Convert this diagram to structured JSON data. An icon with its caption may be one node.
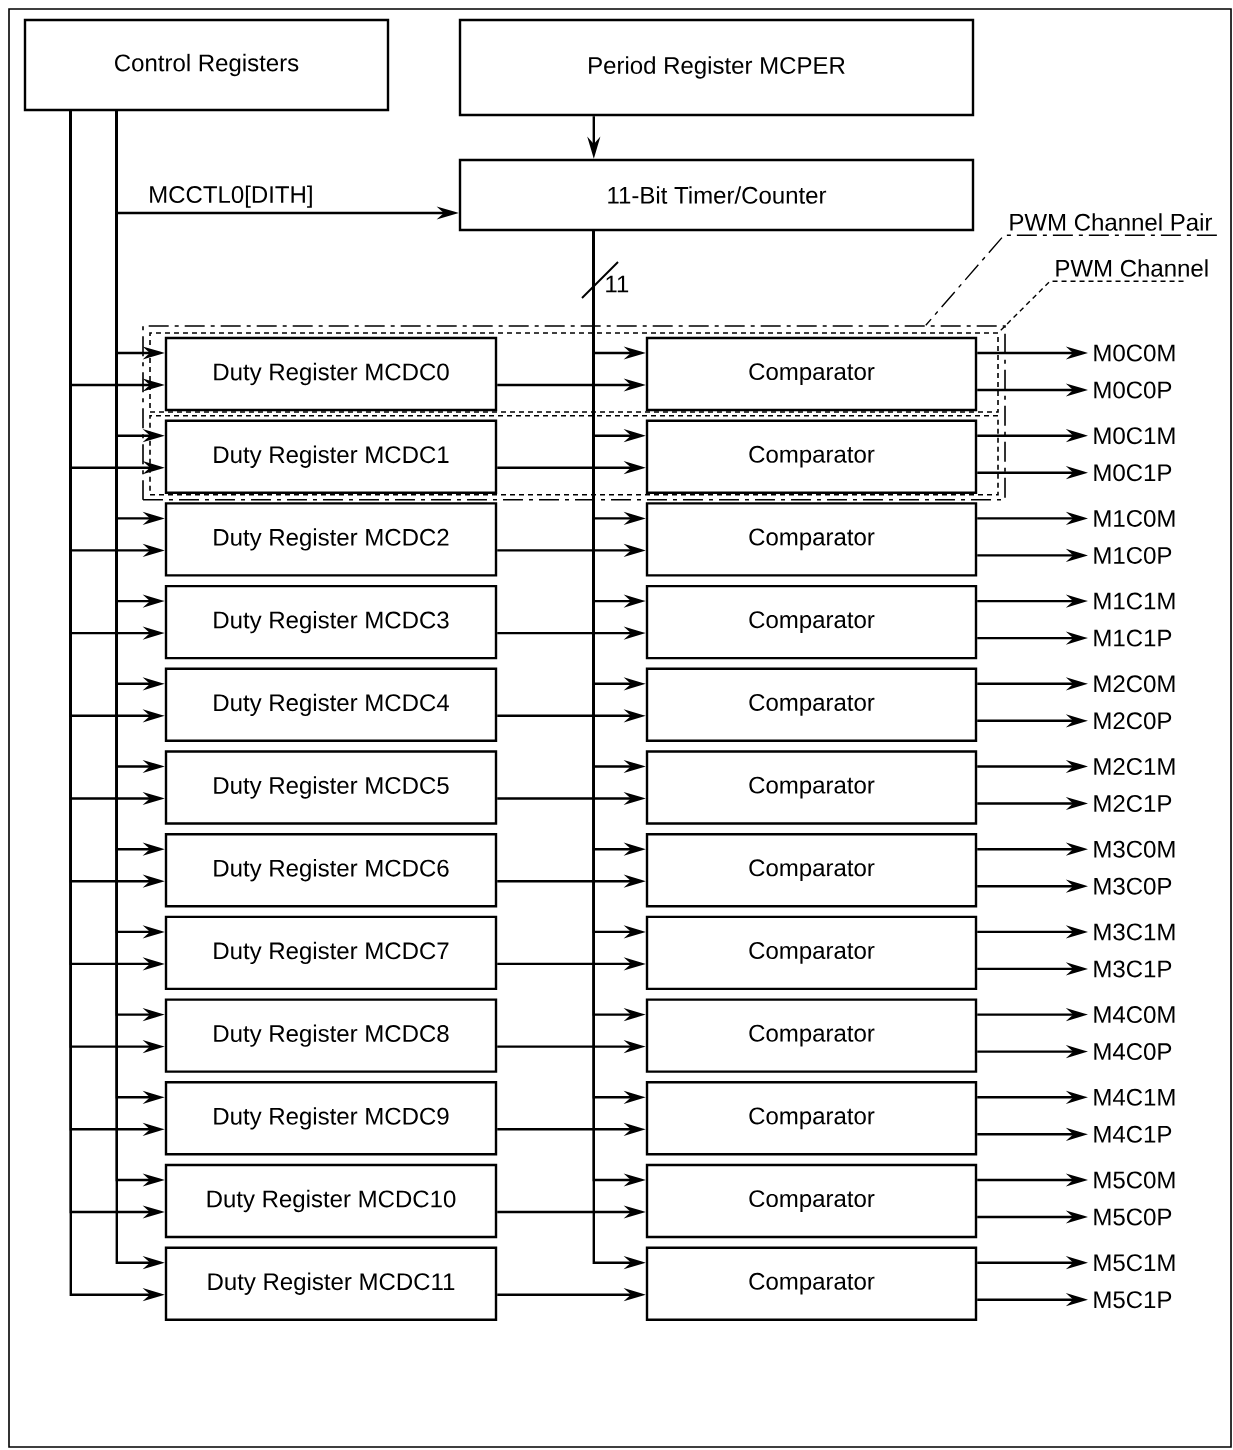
{
  "diagram": {
    "nodes": [
      {
        "text": [
          "Control Registers"
        ]
      },
      {
        "text": [
          "Period Register MCPER"
        ]
      },
      {
        "text": [
          "11-Bit Timer/Counter"
        ]
      },
      {
        "text": [
          "PWM Channel Pair"
        ]
      },
      {
        "text": [
          "PWM Channel"
        ]
      },
      {
        "text": [],
        "shape": "box"
      },
      {
        "text": [],
        "shape": "box",
        "in": 5
      },
      {
        "text": [],
        "shape": "box",
        "in": 5
      },
      {
        "text": [
          "Duty Register MCDC0"
        ],
        "in": 6
      },
      {
        "text": [
          "Comparator"
        ],
        "in": 6
      },
      {
        "text": [
          "M0C0M"
        ]
      },
      {
        "text": [
          "M0C0P"
        ]
      },
      {
        "text": [
          "Duty Register MCDC1"
        ],
        "in": 7
      },
      {
        "text": [
          "Comparator"
        ],
        "in": 7
      },
      {
        "text": [
          "M0C1M"
        ]
      },
      {
        "text": [
          "M0C1P"
        ]
      },
      {
        "text": [
          "Duty Register MCDC2"
        ]
      },
      {
        "text": [
          "Comparator"
        ]
      },
      {
        "text": [
          "M1C0M"
        ]
      },
      {
        "text": [
          "M1C0P"
        ]
      },
      {
        "text": [
          "Duty Register MCDC3"
        ]
      },
      {
        "text": [
          "Comparator"
        ]
      },
      {
        "text": [
          "M1C1M"
        ]
      },
      {
        "text": [
          "M1C1P"
        ]
      },
      {
        "text": [
          "Duty Register MCDC4"
        ]
      },
      {
        "text": [
          "Comparator"
        ]
      },
      {
        "text": [
          "M2C0M"
        ]
      },
      {
        "text": [
          "M2C0P"
        ]
      },
      {
        "text": [
          "Duty Register MCDC5"
        ]
      },
      {
        "text": [
          "Comparator"
        ]
      },
      {
        "text": [
          "M2C1M"
        ]
      },
      {
        "text": [
          "M2C1P"
        ]
      },
      {
        "text": [
          "Duty Register MCDC6"
        ]
      },
      {
        "text": [
          "Comparator"
        ]
      },
      {
        "text": [
          "M3C0M"
        ]
      },
      {
        "text": [
          "M3C0P"
        ]
      },
      {
        "text": [
          "Duty Register MCDC7"
        ]
      },
      {
        "text": [
          "Comparator"
        ]
      },
      {
        "text": [
          "M3C1M"
        ]
      },
      {
        "text": [
          "M3C1P"
        ]
      },
      {
        "text": [
          "Duty Register MCDC8"
        ]
      },
      {
        "text": [
          "Comparator"
        ]
      },
      {
        "text": [
          "M4C0M"
        ]
      },
      {
        "text": [
          "M4C0P"
        ]
      },
      {
        "text": [
          "Duty Register MCDC9"
        ]
      },
      {
        "text": [
          "Comparator"
        ]
      },
      {
        "text": [
          "M4C1M"
        ]
      },
      {
        "text": [
          "M4C1P"
        ]
      },
      {
        "text": [
          "Duty Register MCDC10"
        ]
      },
      {
        "text": [
          "Comparator"
        ]
      },
      {
        "text": [
          "M5C0M"
        ]
      },
      {
        "text": [
          "M5C0P"
        ]
      },
      {
        "text": [
          "Duty Register MCDC11"
        ]
      },
      {
        "text": [
          "Comparator"
        ]
      },
      {
        "text": [
          "M5C1M"
        ]
      },
      {
        "text": [
          "M5C1P"
        ]
      }
    ],
    "edges": [
      {
        "from": 0,
        "to": 2,
        "arrow": "to",
        "label": "MCCTL0[DITH]"
      },
      {
        "from": 1,
        "to": 2,
        "arrow": "to"
      },
      {
        "from": 3,
        "to": 5,
        "arrow": "none",
        "style": "dashed"
      },
      {
        "from": 4,
        "to": 6,
        "arrow": "none",
        "style": "dashed"
      },
      {
        "from": 0,
        "to": 8,
        "arrow": "to"
      },
      {
        "from": 0,
        "to": 8,
        "arrow": "to"
      },
      {
        "from": 2,
        "to": 9,
        "arrow": "to"
      },
      {
        "from": 8,
        "to": 9,
        "arrow": "to"
      },
      {
        "from": 9,
        "to": 10,
        "arrow": "to"
      },
      {
        "from": 9,
        "to": 11,
        "arrow": "to"
      },
      {
        "from": 0,
        "to": 12,
        "arrow": "to"
      },
      {
        "from": 0,
        "to": 12,
        "arrow": "to"
      },
      {
        "from": 2,
        "to": 13,
        "arrow": "to"
      },
      {
        "from": 12,
        "to": 13,
        "arrow": "to"
      },
      {
        "from": 13,
        "to": 14,
        "arrow": "to"
      },
      {
        "from": 13,
        "to": 15,
        "arrow": "to"
      },
      {
        "from": 0,
        "to": 16,
        "arrow": "to"
      },
      {
        "from": 0,
        "to": 16,
        "arrow": "to"
      },
      {
        "from": 2,
        "to": 17,
        "arrow": "to"
      },
      {
        "from": 16,
        "to": 17,
        "arrow": "to"
      },
      {
        "from": 17,
        "to": 18,
        "arrow": "to"
      },
      {
        "from": 17,
        "to": 19,
        "arrow": "to"
      },
      {
        "from": 0,
        "to": 20,
        "arrow": "to"
      },
      {
        "from": 0,
        "to": 20,
        "arrow": "to"
      },
      {
        "from": 2,
        "to": 21,
        "arrow": "to"
      },
      {
        "from": 20,
        "to": 21,
        "arrow": "to"
      },
      {
        "from": 21,
        "to": 22,
        "arrow": "to"
      },
      {
        "from": 21,
        "to": 23,
        "arrow": "to"
      },
      {
        "from": 0,
        "to": 24,
        "arrow": "to"
      },
      {
        "from": 0,
        "to": 24,
        "arrow": "to"
      },
      {
        "from": 2,
        "to": 25,
        "arrow": "to"
      },
      {
        "from": 24,
        "to": 25,
        "arrow": "to"
      },
      {
        "from": 25,
        "to": 26,
        "arrow": "to"
      },
      {
        "from": 25,
        "to": 27,
        "arrow": "to"
      },
      {
        "from": 0,
        "to": 28,
        "arrow": "to"
      },
      {
        "from": 0,
        "to": 28,
        "arrow": "to"
      },
      {
        "from": 2,
        "to": 29,
        "arrow": "to"
      },
      {
        "from": 28,
        "to": 29,
        "arrow": "to"
      },
      {
        "from": 29,
        "to": 30,
        "arrow": "to"
      },
      {
        "from": 29,
        "to": 31,
        "arrow": "to"
      },
      {
        "from": 0,
        "to": 32,
        "arrow": "to"
      },
      {
        "from": 0,
        "to": 32,
        "arrow": "to"
      },
      {
        "from": 2,
        "to": 33,
        "arrow": "to"
      },
      {
        "from": 32,
        "to": 33,
        "arrow": "to"
      },
      {
        "from": 33,
        "to": 34,
        "arrow": "to"
      },
      {
        "from": 33,
        "to": 35,
        "arrow": "to"
      },
      {
        "from": 0,
        "to": 36,
        "arrow": "to"
      },
      {
        "from": 0,
        "to": 36,
        "arrow": "to"
      },
      {
        "from": 2,
        "to": 37,
        "arrow": "to"
      },
      {
        "from": 36,
        "to": 37,
        "arrow": "to"
      },
      {
        "from": 37,
        "to": 38,
        "arrow": "to"
      },
      {
        "from": 37,
        "to": 39,
        "arrow": "to"
      },
      {
        "from": 0,
        "to": 40,
        "arrow": "to"
      },
      {
        "from": 0,
        "to": 40,
        "arrow": "to"
      },
      {
        "from": 2,
        "to": 41,
        "arrow": "to"
      },
      {
        "from": 40,
        "to": 41,
        "arrow": "to"
      },
      {
        "from": 41,
        "to": 42,
        "arrow": "to"
      },
      {
        "from": 41,
        "to": 43,
        "arrow": "to"
      },
      {
        "from": 0,
        "to": 44,
        "arrow": "to"
      },
      {
        "from": 0,
        "to": 44,
        "arrow": "to"
      },
      {
        "from": 2,
        "to": 45,
        "arrow": "to"
      },
      {
        "from": 44,
        "to": 45,
        "arrow": "to"
      },
      {
        "from": 45,
        "to": 46,
        "arrow": "to"
      },
      {
        "from": 45,
        "to": 47,
        "arrow": "to"
      },
      {
        "from": 0,
        "to": 48,
        "arrow": "to"
      },
      {
        "from": 0,
        "to": 48,
        "arrow": "to"
      },
      {
        "from": 2,
        "to": 49,
        "arrow": "to"
      },
      {
        "from": 48,
        "to": 49,
        "arrow": "to"
      },
      {
        "from": 49,
        "to": 50,
        "arrow": "to"
      },
      {
        "from": 49,
        "to": 51,
        "arrow": "to"
      },
      {
        "from": 0,
        "to": 52,
        "arrow": "to"
      },
      {
        "from": 0,
        "to": 52,
        "arrow": "to"
      },
      {
        "from": 2,
        "to": 53,
        "arrow": "to"
      },
      {
        "from": 52,
        "to": 53,
        "arrow": "to"
      },
      {
        "from": 53,
        "to": 54,
        "arrow": "to"
      },
      {
        "from": 53,
        "to": 55,
        "arrow": "to"
      }
    ],
    "labels": [
      "11"
    ]
  }
}
